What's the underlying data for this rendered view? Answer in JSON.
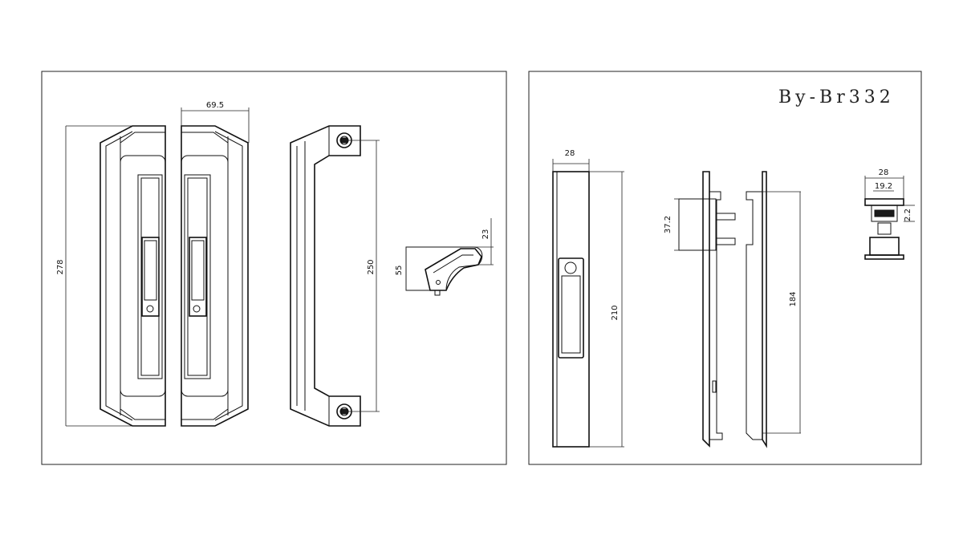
{
  "model_label": "By-Br332",
  "dimensions": {
    "overall_height": "278",
    "handle_width": "69.5",
    "screw_spacing": "250",
    "bracket_height": "55",
    "bracket_top": "23",
    "latch_width": "28",
    "latch_height": "210",
    "keeper_depth": "37.2",
    "keeper_height": "184",
    "strike_width": "28",
    "strike_inner": "19.2",
    "strike_depth": "2.2"
  }
}
